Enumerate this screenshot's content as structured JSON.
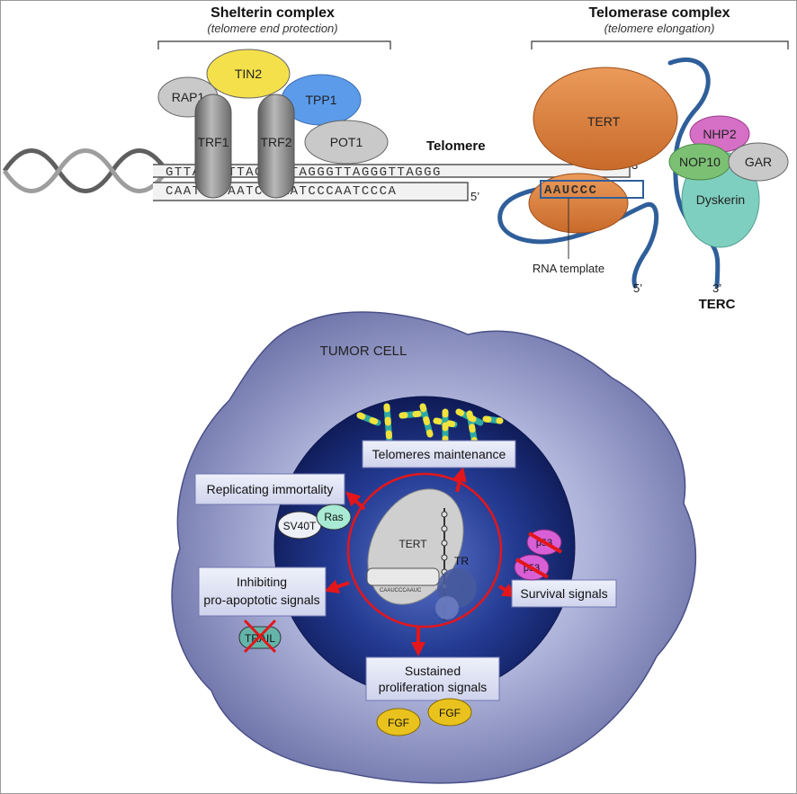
{
  "shelterin": {
    "title": "Shelterin complex",
    "subtitle": "(telomere end protection)",
    "proteins": {
      "tin2": "TIN2",
      "rap1": "RAP1",
      "tpp1": "TPP1",
      "trf1": "TRF1",
      "trf2": "TRF2",
      "pot1": "POT1"
    }
  },
  "telomerase": {
    "title": "Telomerase complex",
    "subtitle": "(telomere elongation)",
    "tert": "TERT",
    "nhp2": "NHP2",
    "nop10": "NOP10",
    "gar": "GAR",
    "dyskerin": "Dyskerin",
    "rna_template_label": "RNA template",
    "rna_template_seq": "AAUCCC",
    "five_prime": "5’",
    "three_prime": "3’",
    "terc": "TERC"
  },
  "telomere": {
    "label": "Telomere",
    "top_strand": "GTTAGGGTTAGGGTTAGGGTTAGGGTTAGGG",
    "bottom_strand": "CAATCCCAATCCCAATCCCAATCCCA",
    "three_prime": "3’",
    "five_prime": "5’"
  },
  "cell": {
    "title": "TUMOR CELL",
    "tert": "TERT",
    "tr": "TR",
    "template_seq": "CAAUCCCAAUC",
    "boxes": {
      "telomeres": "Telomeres maintenance",
      "immortality": "Replicating immortality",
      "apoptotic_line1": "Inhibiting",
      "apoptotic_line2": "pro-apoptotic signals",
      "survival": "Survival signals",
      "proliferation_line1": "Sustained",
      "proliferation_line2": "proliferation signals"
    },
    "tags": {
      "sv40t": "SV40T",
      "ras": "Ras",
      "p53a": "p53",
      "p53b": "p53",
      "trail": "TRAIL",
      "fgf1": "FGF",
      "fgf2": "FGF"
    }
  },
  "colors": {
    "tin2": "#f4e04b",
    "tpp1": "#5b9bea",
    "trf": "#8c8c8c",
    "grey_protein": "#c9c9c9",
    "tert": "#e07f3a",
    "nhp2": "#d66fc6",
    "nop10": "#7cc074",
    "dyskerin": "#7fcfc0",
    "rna": "#2f5f9a",
    "arrow": "#e4161b",
    "nucleus": "#1c2a6e",
    "cell": "#8f96c8",
    "fgf": "#e9c21d",
    "p53": "#d95fd6"
  },
  "icons": [
    "dna-helix",
    "telomere-strand",
    "rna-strand",
    "chromosomes",
    "cross-mark",
    "arrow"
  ]
}
